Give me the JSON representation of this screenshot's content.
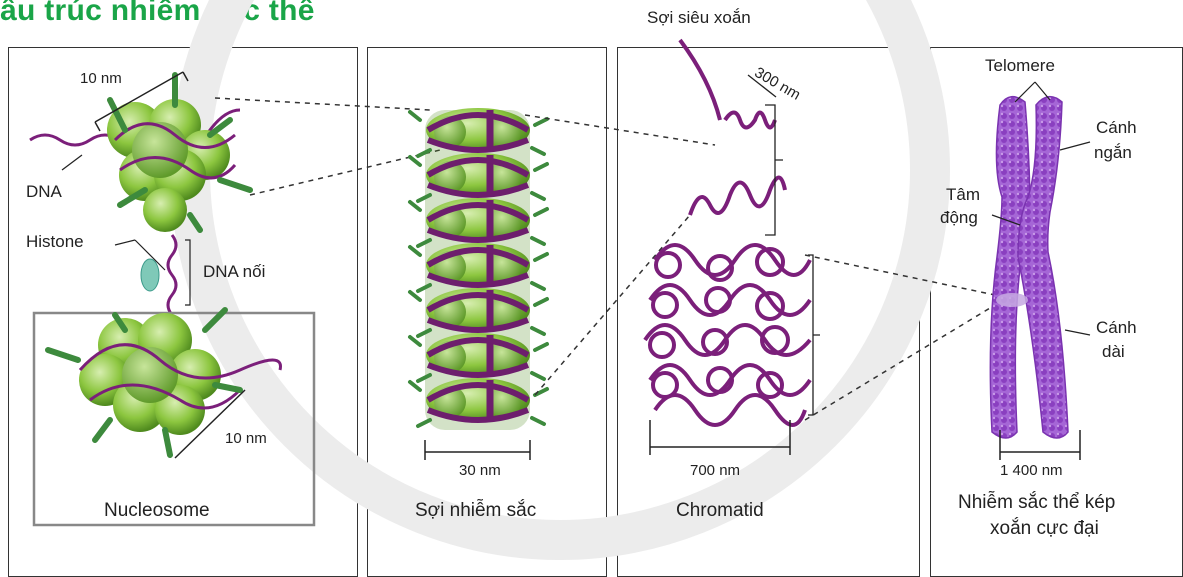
{
  "title": "ấu trúc nhiễm sắc thể",
  "panels": {
    "nucleosome": {
      "caption": "Nucleosome",
      "dim_top": "10 nm",
      "dim_bottom": "10 nm",
      "label_dna": "DNA",
      "label_histone": "Histone",
      "label_linker": "DNA nối"
    },
    "fiber": {
      "caption": "Sợi nhiễm sắc",
      "dim": "30 nm"
    },
    "chromatid": {
      "caption": "Chromatid",
      "dim": "700 nm",
      "label_supercoil": "Sợi siêu xoắn",
      "dim_coil": "300 nm"
    },
    "chromosome": {
      "caption_line1": "Nhiễm sắc thể kép",
      "caption_line2": "xoắn cực đại",
      "dim": "1 400 nm",
      "label_telomere": "Telomere",
      "label_short_arm_1": "Cánh",
      "label_short_arm_2": "ngắn",
      "label_centromere_1": "Tâm",
      "label_centromere_2": "động",
      "label_long_arm_1": "Cánh",
      "label_long_arm_2": "dài"
    }
  },
  "colors": {
    "title": "#1aa548",
    "histone": "#8cc63f",
    "dna": "#7b1f7a",
    "chromosome": "#9b59c9",
    "linker_protein": "#7fc9b8"
  }
}
